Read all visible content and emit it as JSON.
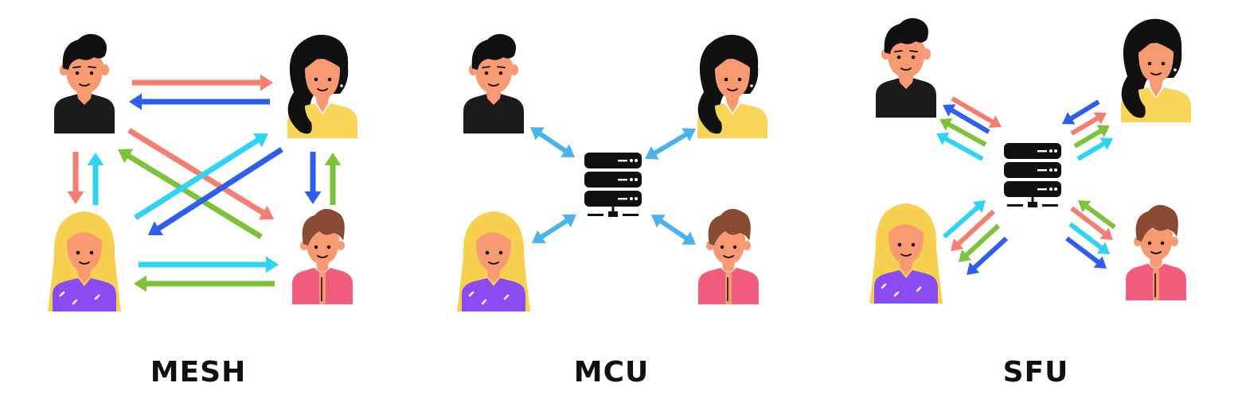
{
  "colors": {
    "background": "#ffffff",
    "skin": "#f79a72",
    "hair_dark": "#111111",
    "hair_blonde": "#f8d04f",
    "hair_brown": "#8a4b35",
    "shirt_black": "#1b1b1b",
    "shirt_yellow": "#f8d458",
    "shirt_purple": "#8a4bf0",
    "shirt_pink": "#f25d7e",
    "arrow_salmon": "#f57e72",
    "arrow_blue": "#2f5df0",
    "arrow_cyan": "#30d3f4",
    "arrow_green": "#7cc23a",
    "arrow_sky": "#4ab3ec",
    "server": "#111111",
    "label": "#111111"
  },
  "icons": [
    "person-man-icon",
    "person-woman-icon",
    "person-blonde-icon",
    "person-boy-icon",
    "server-icon",
    "arrow-icon"
  ],
  "labels": {
    "mesh": "MESH",
    "mcu": "MCU",
    "sfu": "SFU"
  }
}
